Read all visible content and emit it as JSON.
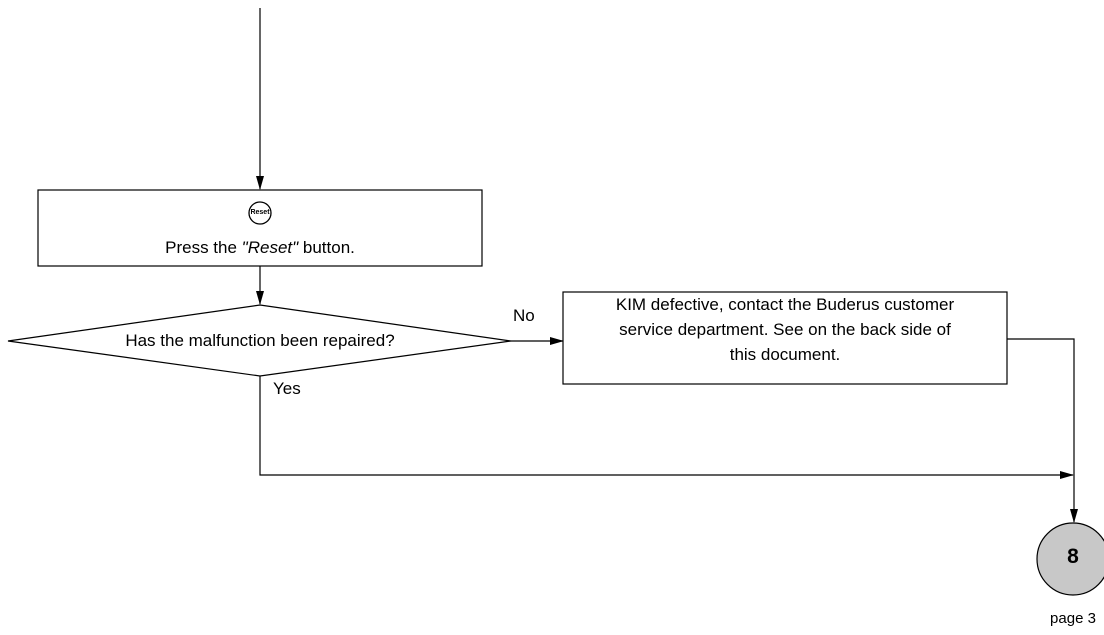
{
  "reset_step": {
    "icon_label": "Reset",
    "text_prefix": "Press the ",
    "text_button": "\"Reset\"",
    "text_suffix": " button."
  },
  "decision": {
    "question": "Has the malfunction been repaired?",
    "no_label": "No",
    "yes_label": "Yes"
  },
  "action_box": {
    "line1": "KIM defective, contact the Buderus customer",
    "line2": "service department. See on the back side of",
    "line3": "this document."
  },
  "connector": {
    "number": "8",
    "page_label": "page 3",
    "fill_color": "#c8c8c8"
  }
}
